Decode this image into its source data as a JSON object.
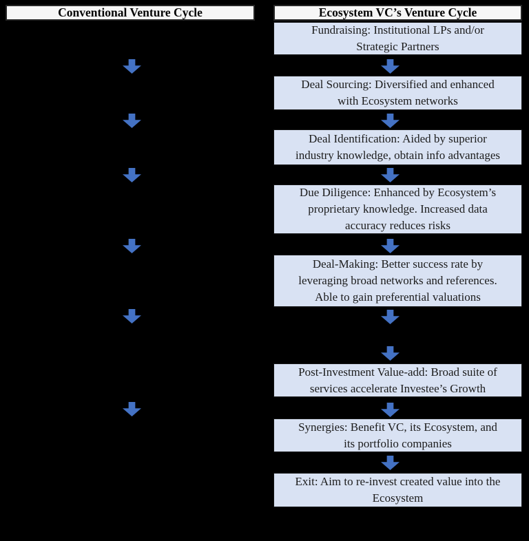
{
  "title": "Venture cycle comparison diagram",
  "colors": {
    "background": "#000000",
    "header_box_fill": "#f6f6f6",
    "flow_box_fill": "#d9e2f3",
    "arrow_blue": "#4472c4",
    "text": "#1c1c1c"
  },
  "icons": {
    "down_arrow": "block-down-arrow"
  },
  "left_column": {
    "header": "Conventional Venture Cycle",
    "arrow_count": 6
  },
  "right_column": {
    "header": "Ecosystem VC’s Venture Cycle",
    "arrow_count": 8,
    "boxes": [
      {
        "id": "fundraising",
        "lines": [
          "Fundraising: Institutional LPs and/or",
          "Strategic Partners"
        ]
      },
      {
        "id": "deal-sourcing",
        "lines": [
          "Deal Sourcing: Diversified and enhanced",
          "with Ecosystem networks"
        ]
      },
      {
        "id": "deal-identification",
        "lines": [
          "Deal Identification: Aided by superior",
          "industry knowledge, obtain info advantages"
        ]
      },
      {
        "id": "due-diligence",
        "lines": [
          "Due Diligence: Enhanced by Ecosystem’s",
          "proprietary knowledge. Increased data",
          "accuracy reduces risks"
        ]
      },
      {
        "id": "deal-making",
        "lines": [
          "Deal-Making: Better success rate by",
          "leveraging broad networks and references.",
          "Able to gain preferential valuations"
        ]
      },
      {
        "id": "post-investment",
        "lines": [
          "Post-Investment Value-add: Broad suite of",
          "services accelerate Investee’s Growth"
        ]
      },
      {
        "id": "synergies",
        "lines": [
          "Synergies: Benefit VC, its Ecosystem, and",
          "its portfolio companies"
        ]
      },
      {
        "id": "exit",
        "lines": [
          "Exit: Aim to re-invest created value into the",
          "Ecosystem"
        ]
      }
    ]
  }
}
